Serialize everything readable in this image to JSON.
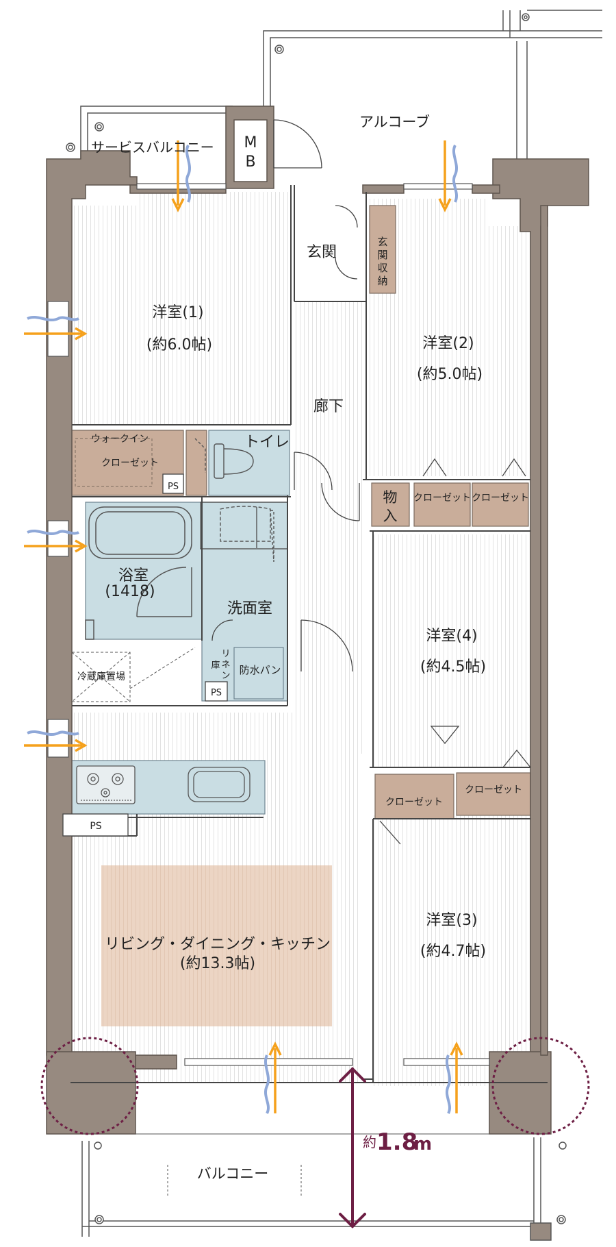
{
  "labels": {
    "alcove": "アルコーブ",
    "service_balcony": "サービスバルコニー",
    "mb": "M",
    "mb2": "B",
    "genkan": "玄関",
    "genkan_storage": [
      "玄",
      "関",
      "収",
      "納"
    ],
    "room1_name": "洋室(1)",
    "room1_size": "(約6.0帖)",
    "room2_name": "洋室(2)",
    "room2_size": "(約5.0帖)",
    "room3_name": "洋室(3)",
    "room3_size": "(約4.7帖)",
    "room4_name": "洋室(4)",
    "room4_size": "(約4.5帖)",
    "hallway": "廊下",
    "walkin1": "ウォークイン",
    "walkin2": "クローゼット",
    "toilet": "トイレ",
    "ps": "PS",
    "storage": [
      "物",
      "入"
    ],
    "closet": "クローゼット",
    "bath_name": "浴室",
    "bath_size": "(1418)",
    "washroom": "洗面室",
    "linen": [
      "リ",
      "ネ",
      "ン"
    ],
    "linen2": [
      "庫"
    ],
    "waterproof_pan": "防水パン",
    "fridge": "冷蔵庫置場",
    "ldk_name": "リビング・ダイニング・キッチン",
    "ldk_size": "(約13.3帖)",
    "balcony": "バルコニー",
    "depth_prefix": "約",
    "depth_value": "1.8",
    "depth_unit": "m"
  },
  "colors": {
    "wall": "#978a80",
    "storage_fill": "#c9ad9a",
    "wet_fill": "#c9dde3",
    "ldk_highlight": "#ecd5c4",
    "floor_line": "#e4e4e4",
    "air_arrow": "#f5a11c",
    "air_wave": "#8fa8d8",
    "dimension": "#6d1f44"
  }
}
